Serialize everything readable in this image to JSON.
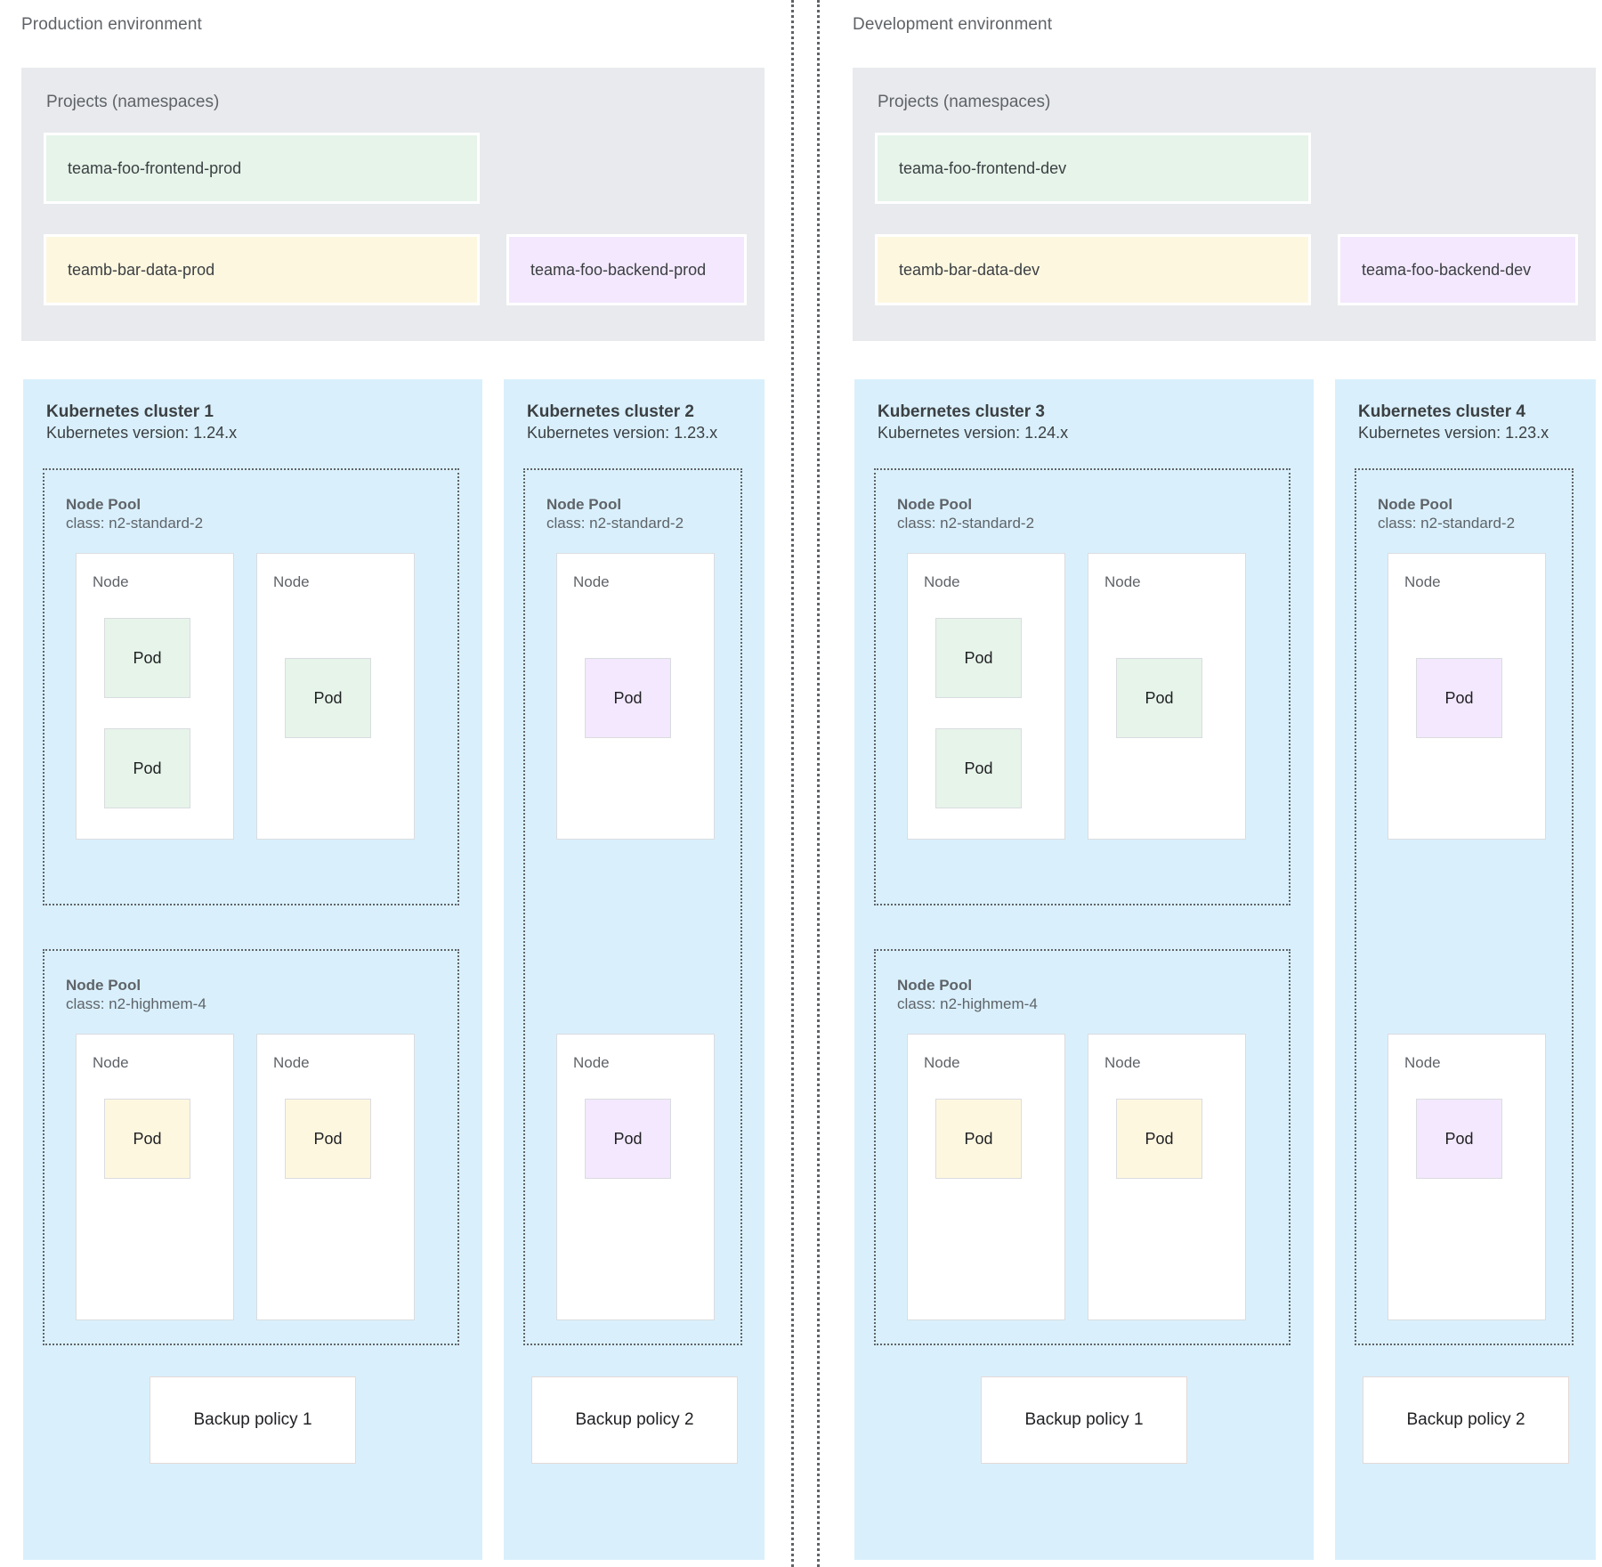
{
  "environments": [
    {
      "id": "production",
      "title": "Production environment",
      "projects": {
        "title": "Projects (namespaces)",
        "namespaces": [
          {
            "label": "teama-foo-frontend-prod",
            "color": "#e6f4ea",
            "tone": "green"
          },
          {
            "label": "teamb-bar-data-prod",
            "color": "#fef7e0",
            "tone": "yellow"
          },
          {
            "label": "teama-foo-backend-prod",
            "color": "#f3e8fd",
            "tone": "purple"
          }
        ]
      },
      "clusters": [
        {
          "name": "Kubernetes cluster 1",
          "version": "Kubernetes version: 1.24.x",
          "pools": [
            {
              "name": "Node Pool",
              "class": "class: n2-standard-2",
              "nodes": [
                {
                  "label": "Node",
                  "pods": [
                    {
                      "label": "Pod",
                      "tone": "green"
                    },
                    {
                      "label": "Pod",
                      "tone": "green"
                    }
                  ]
                },
                {
                  "label": "Node",
                  "pods": [
                    {
                      "label": "Pod",
                      "tone": "green"
                    }
                  ]
                }
              ]
            },
            {
              "name": "Node Pool",
              "class": "class: n2-highmem-4",
              "nodes": [
                {
                  "label": "Node",
                  "pods": [
                    {
                      "label": "Pod",
                      "tone": "yellow"
                    }
                  ]
                },
                {
                  "label": "Node",
                  "pods": [
                    {
                      "label": "Pod",
                      "tone": "yellow"
                    }
                  ]
                }
              ]
            }
          ],
          "backup": "Backup policy 1"
        },
        {
          "name": "Kubernetes cluster 2",
          "version": "Kubernetes version: 1.23.x",
          "pools": [
            {
              "name": "Node Pool",
              "class": "class: n2-standard-2",
              "nodes": [
                {
                  "label": "Node",
                  "pods": [
                    {
                      "label": "Pod",
                      "tone": "purple"
                    }
                  ]
                },
                {
                  "label": "Node",
                  "pods": [
                    {
                      "label": "Pod",
                      "tone": "purple"
                    }
                  ]
                }
              ]
            }
          ],
          "backup": "Backup policy 2"
        }
      ]
    },
    {
      "id": "development",
      "title": "Development environment",
      "projects": {
        "title": "Projects (namespaces)",
        "namespaces": [
          {
            "label": "teama-foo-frontend-dev",
            "color": "#e6f4ea",
            "tone": "green"
          },
          {
            "label": "teamb-bar-data-dev",
            "color": "#fef7e0",
            "tone": "yellow"
          },
          {
            "label": "teama-foo-backend-dev",
            "color": "#f3e8fd",
            "tone": "purple"
          }
        ]
      },
      "clusters": [
        {
          "name": "Kubernetes cluster 3",
          "version": "Kubernetes version: 1.24.x",
          "pools": [
            {
              "name": "Node Pool",
              "class": "class: n2-standard-2",
              "nodes": [
                {
                  "label": "Node",
                  "pods": [
                    {
                      "label": "Pod",
                      "tone": "green"
                    },
                    {
                      "label": "Pod",
                      "tone": "green"
                    }
                  ]
                },
                {
                  "label": "Node",
                  "pods": [
                    {
                      "label": "Pod",
                      "tone": "green"
                    }
                  ]
                }
              ]
            },
            {
              "name": "Node Pool",
              "class": "class: n2-highmem-4",
              "nodes": [
                {
                  "label": "Node",
                  "pods": [
                    {
                      "label": "Pod",
                      "tone": "yellow"
                    }
                  ]
                },
                {
                  "label": "Node",
                  "pods": [
                    {
                      "label": "Pod",
                      "tone": "yellow"
                    }
                  ]
                }
              ]
            }
          ],
          "backup": "Backup policy 1"
        },
        {
          "name": "Kubernetes cluster 4",
          "version": "Kubernetes version: 1.23.x",
          "pools": [
            {
              "name": "Node Pool",
              "class": "class: n2-standard-2",
              "nodes": [
                {
                  "label": "Node",
                  "pods": [
                    {
                      "label": "Pod",
                      "tone": "purple"
                    }
                  ]
                },
                {
                  "label": "Node",
                  "pods": [
                    {
                      "label": "Pod",
                      "tone": "purple"
                    }
                  ]
                }
              ]
            }
          ],
          "backup": "Backup policy 2"
        }
      ]
    }
  ],
  "colors": {
    "cluster_bg": "#d9f0fc",
    "projects_bg": "#e8eaed",
    "green": "#e6f4ea",
    "yellow": "#fef7e0",
    "purple": "#f3e8fd",
    "divider": "#5f6368",
    "node_border": "#dadce0",
    "backup_border": "#e4d9d6"
  }
}
